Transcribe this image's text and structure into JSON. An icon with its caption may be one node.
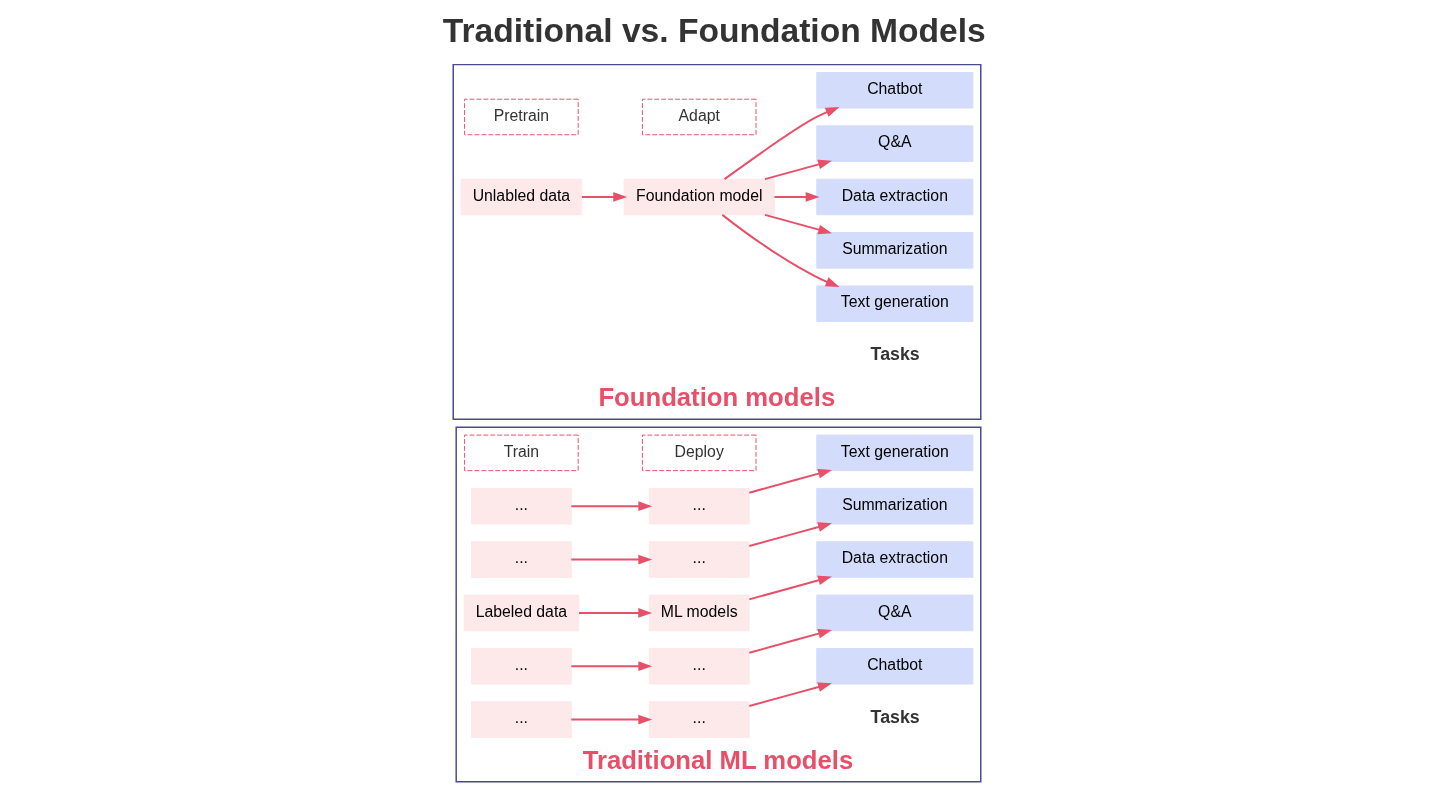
{
  "diagram": {
    "title": "Traditional vs. Foundation Models",
    "nodes": [
      {
        "text": [
          "Traditional ML models"
        ]
      },
      {
        "text": [
          "Train"
        ],
        "in": 0
      },
      {
        "text": [
          "Deploy"
        ],
        "in": 0
      },
      {
        "text": [
          "..."
        ],
        "in": 0
      },
      {
        "text": [
          "..."
        ],
        "in": 0
      },
      {
        "text": [
          "Labeled data"
        ],
        "in": 0
      },
      {
        "text": [
          "..."
        ],
        "in": 0
      },
      {
        "text": [
          "..."
        ],
        "in": 0
      },
      {
        "text": [
          "..."
        ],
        "in": 0
      },
      {
        "text": [
          "..."
        ],
        "in": 0
      },
      {
        "text": [
          "ML models"
        ],
        "in": 0
      },
      {
        "text": [
          "..."
        ],
        "in": 0
      },
      {
        "text": [
          "..."
        ],
        "in": 0
      },
      {
        "text": [
          "Text generation"
        ],
        "in": 0
      },
      {
        "text": [
          "Summarization"
        ],
        "in": 0
      },
      {
        "text": [
          "Data extraction"
        ],
        "in": 0
      },
      {
        "text": [
          "Q&A"
        ],
        "in": 0
      },
      {
        "text": [
          "Chatbot"
        ],
        "in": 0
      },
      {
        "text": [
          "Foundation models"
        ]
      },
      {
        "text": [
          "Pretrain"
        ],
        "in": 18
      },
      {
        "text": [
          "Adapt"
        ],
        "in": 18
      },
      {
        "text": [
          "Unlabled data"
        ],
        "in": 18
      },
      {
        "text": [
          "Foundation model"
        ],
        "in": 18
      },
      {
        "text": [
          "Text generation"
        ],
        "in": 18
      },
      {
        "text": [
          "Summarization"
        ],
        "in": 18
      },
      {
        "text": [
          "Data extraction"
        ],
        "in": 18
      },
      {
        "text": [
          "Q&A"
        ],
        "in": 18
      },
      {
        "text": [
          "Chatbot"
        ],
        "in": 18
      }
    ],
    "edges": [
      {
        "from": 3,
        "to": 8,
        "arrow": "to"
      },
      {
        "from": 8,
        "to": 13,
        "arrow": "to"
      },
      {
        "from": 4,
        "to": 9,
        "arrow": "to"
      },
      {
        "from": 9,
        "to": 14,
        "arrow": "to"
      },
      {
        "from": 5,
        "to": 10,
        "arrow": "to"
      },
      {
        "from": 10,
        "to": 15,
        "arrow": "to"
      },
      {
        "from": 6,
        "to": 11,
        "arrow": "to"
      },
      {
        "from": 11,
        "to": 16,
        "arrow": "to"
      },
      {
        "from": 7,
        "to": 12,
        "arrow": "to"
      },
      {
        "from": 12,
        "to": 17,
        "arrow": "to"
      },
      {
        "from": 21,
        "to": 22,
        "arrow": "to"
      },
      {
        "from": 22,
        "to": 23,
        "arrow": "to"
      },
      {
        "from": 22,
        "to": 24,
        "arrow": "to"
      },
      {
        "from": 22,
        "to": 25,
        "arrow": "to"
      },
      {
        "from": 22,
        "to": 26,
        "arrow": "to"
      },
      {
        "from": 22,
        "to": 27,
        "arrow": "to"
      }
    ],
    "labels": [
      "Tasks",
      "Tasks"
    ]
  }
}
